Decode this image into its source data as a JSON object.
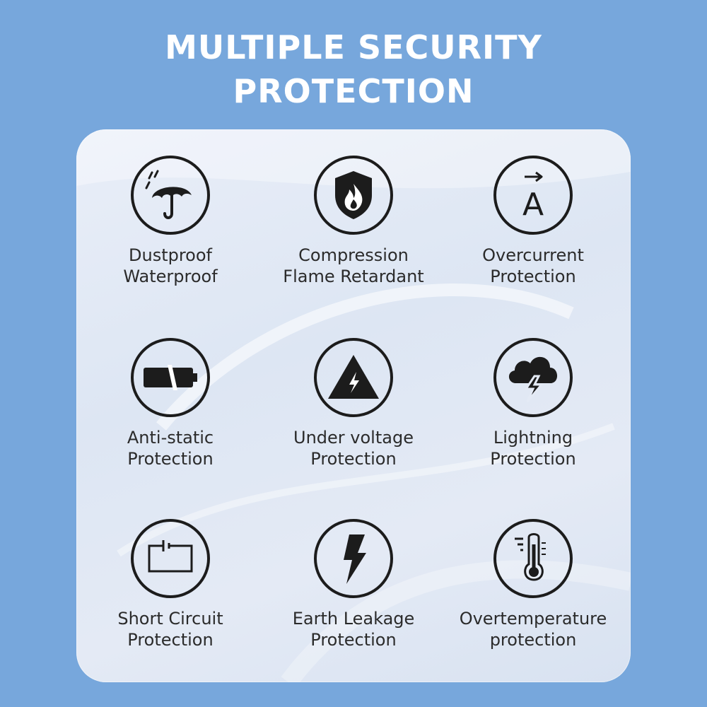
{
  "title": {
    "line1": "MULTIPLE SECURITY",
    "line2": "PROTECTION"
  },
  "features": [
    {
      "icon": "umbrella-icon",
      "line1": "Dustproof",
      "line2": "Waterproof"
    },
    {
      "icon": "flame-shield-icon",
      "line1": "Compression",
      "line2": "Flame Retardant"
    },
    {
      "icon": "ampere-icon",
      "line1": "Overcurrent",
      "line2": "Protection",
      "icon_text": "A"
    },
    {
      "icon": "battery-icon",
      "line1": "Anti-static",
      "line2": "Protection"
    },
    {
      "icon": "warning-triangle-icon",
      "line1": "Under voltage",
      "line2": "Protection"
    },
    {
      "icon": "storm-cloud-icon",
      "line1": "Lightning",
      "line2": "Protection"
    },
    {
      "icon": "circuit-icon",
      "line1": "Short Circuit",
      "line2": "Protection"
    },
    {
      "icon": "lightning-bolt-icon",
      "line1": "Earth Leakage",
      "line2": "Protection"
    },
    {
      "icon": "thermometer-icon",
      "line1": "Overtemperature",
      "line2": "protection"
    }
  ],
  "colors": {
    "background": "#77a7dc",
    "icon": "#1c1c1c",
    "text": "#2b2b2b",
    "title": "#ffffff"
  }
}
